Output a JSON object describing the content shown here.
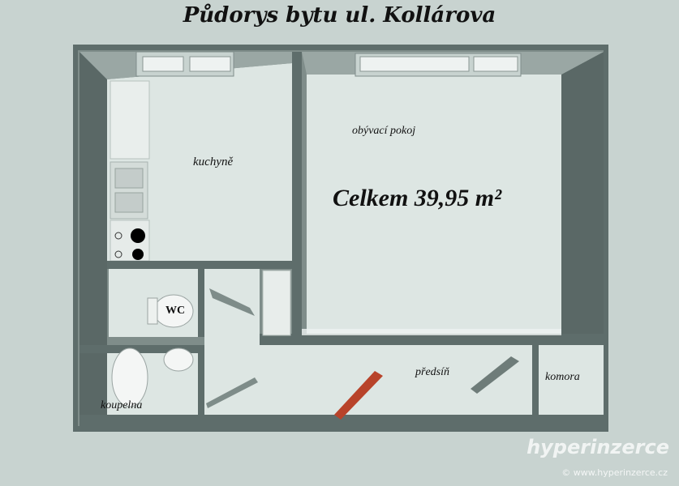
{
  "title": "Půdorys bytu ul. Kollárova",
  "total_area": "Celkem 39,95 m²",
  "rooms": {
    "kitchen": "kuchyně",
    "living": "obývací pokoj",
    "wc": "WC",
    "bathroom": "koupelna",
    "hall": "předsíň",
    "storage": "komora"
  },
  "watermark": {
    "brand": "hyperinzerce",
    "url": "© www.hyperinzerce.cz"
  },
  "colors": {
    "floor": "#dde6e3",
    "wall": "#5e6d6b",
    "door": "#b8432a"
  }
}
